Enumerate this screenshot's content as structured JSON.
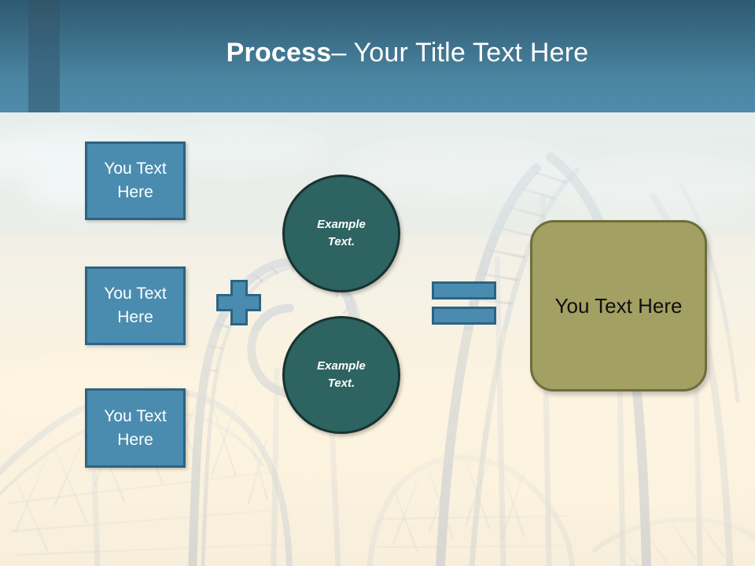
{
  "slide": {
    "header": {
      "title_bold": "Process",
      "title_rest": " – Your Title Text Here"
    },
    "background": {
      "description": "roller-coaster-photo"
    },
    "left_boxes": [
      {
        "label": "You Text\nHere",
        "text": "You Text Here"
      },
      {
        "label": "You Text\nHere",
        "text": "You Text Here"
      },
      {
        "label": "You Text\nHere",
        "text": "You Text Here"
      }
    ],
    "operators": {
      "plus": "+",
      "equals": "="
    },
    "circles": [
      {
        "line1": "Example",
        "line2": "Text."
      },
      {
        "line1": "Example",
        "line2": "Text."
      }
    ],
    "result_box": {
      "text": "You Text Here"
    },
    "colors": {
      "header_dark": "#2e5b72",
      "header_light": "#4e8cab",
      "box_fill": "#4a8cb0",
      "box_border": "#2e6382",
      "circle_fill": "#2d6361",
      "circle_border": "#18332f",
      "result_fill": "#a2a062",
      "result_border": "#6e6d3c"
    }
  }
}
